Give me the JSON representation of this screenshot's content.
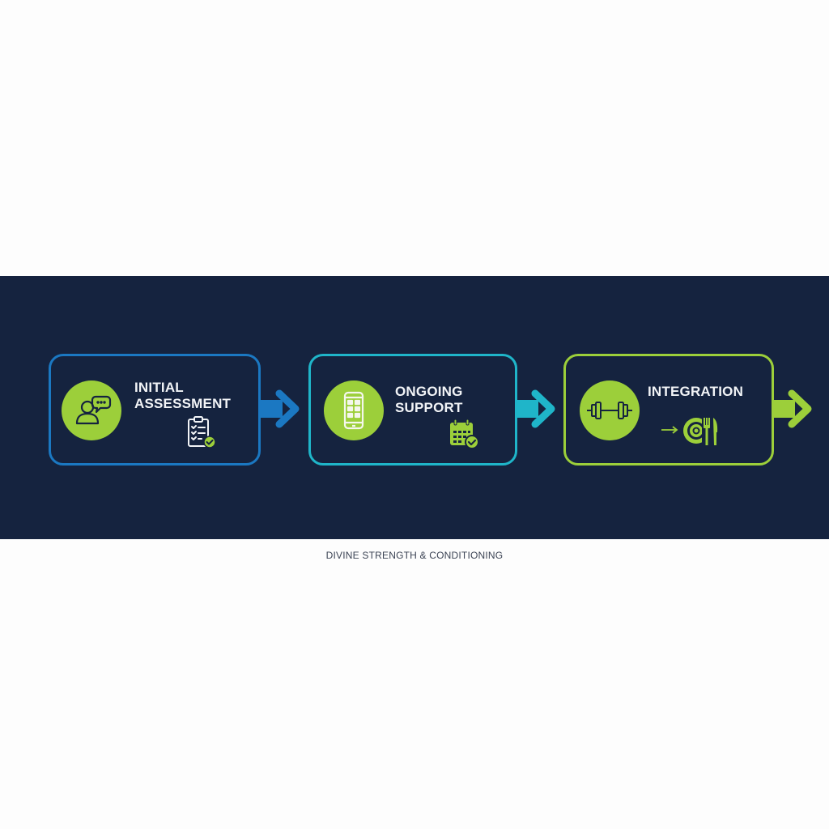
{
  "diagram": {
    "colors": {
      "background": "#fdfdfd",
      "band": "#15233f",
      "accent_green": "#9ccf3a",
      "step1_border": "#1b78c2",
      "step2_border": "#1fb5c9",
      "step3_border": "#9ccf3a",
      "title_text": "#f2f4f7"
    },
    "steps": [
      {
        "title_line1": "INITIAL",
        "title_line2": "ASSESSMENT",
        "main_icon": "person-speech-bubble-icon",
        "sub_icon": "clipboard-checklist-check-icon"
      },
      {
        "title_line1": "ONGOING",
        "title_line2": "SUPPORT",
        "main_icon": "smartphone-app-icon",
        "sub_icon": "calendar-check-icon"
      },
      {
        "title_line1": "INTEGRATION",
        "title_line2": "",
        "main_icon": "dumbbell-icon",
        "sub_icon": "arrow-plate-fork-knife-icon"
      }
    ],
    "footer": "DIVINE STRENGTH & CONDITIONING"
  }
}
